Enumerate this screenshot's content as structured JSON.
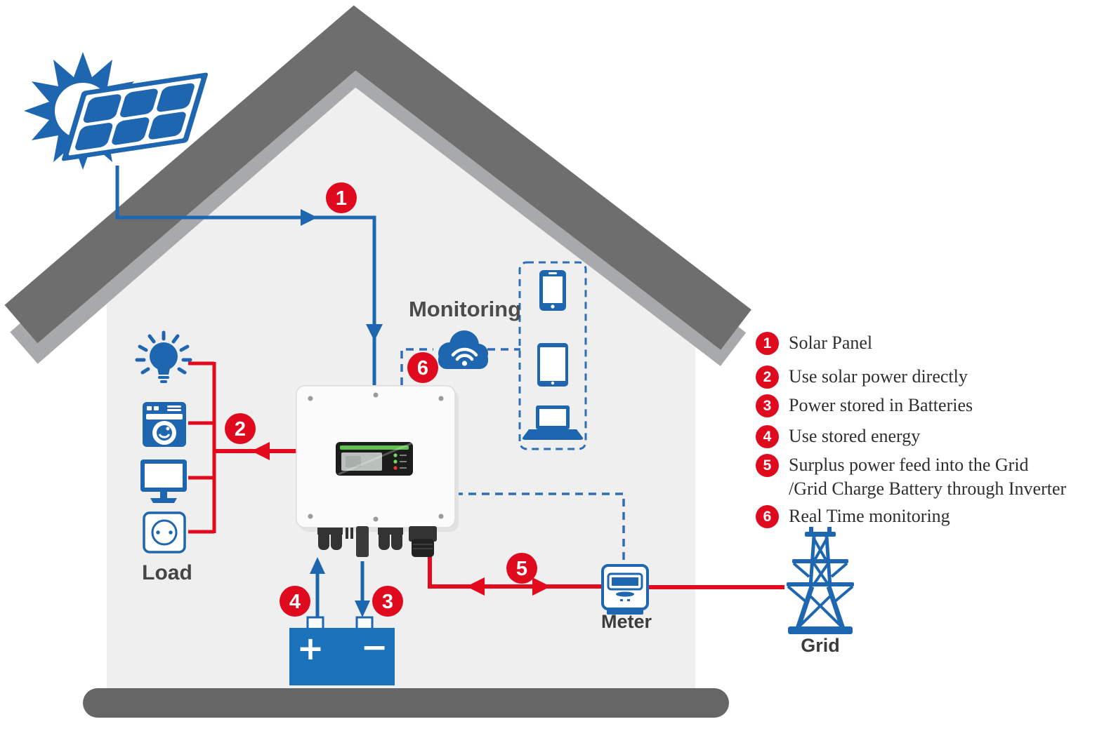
{
  "palette": {
    "blue": "#1e66af",
    "dashed_blue": "#2f6eb5",
    "red": "#e20a1c",
    "roof_dark": "#6e6e6e",
    "roof_light": "#a7a9ab",
    "house_fill": "#efeff0",
    "base_gray": "#666666",
    "label_gray": "#4c4c4c",
    "legend_text": "#2e2e2e",
    "display_green": "#5fc24d"
  },
  "diagram": {
    "labels": {
      "monitoring": "Monitoring",
      "load": "Load",
      "meter": "Meter",
      "grid": "Grid"
    },
    "battery": {
      "plus": "+",
      "minus": "−"
    },
    "markers": [
      {
        "num": "1"
      },
      {
        "num": "2"
      },
      {
        "num": "3"
      },
      {
        "num": "4"
      },
      {
        "num": "5"
      },
      {
        "num": "6"
      }
    ],
    "icons": [
      "sun-icon",
      "solar-panel-icon",
      "bulb-icon",
      "washing-machine-icon",
      "monitor-icon",
      "socket-icon",
      "inverter-icon",
      "battery-icon",
      "cloud-wifi-icon",
      "phone-icon",
      "tablet-icon",
      "laptop-icon",
      "meter-icon",
      "grid-tower-icon"
    ]
  },
  "legend": {
    "items": [
      {
        "num": "1",
        "line1": "Solar Panel"
      },
      {
        "num": "2",
        "line1": "Use solar power directly"
      },
      {
        "num": "3",
        "line1": "Power stored in Batteries"
      },
      {
        "num": "4",
        "line1": "Use stored energy"
      },
      {
        "num": "5",
        "line1": "Surplus power feed into the Grid",
        "line2": "/Grid Charge Battery through Inverter"
      },
      {
        "num": "6",
        "line1": "Real Time monitoring"
      }
    ]
  }
}
